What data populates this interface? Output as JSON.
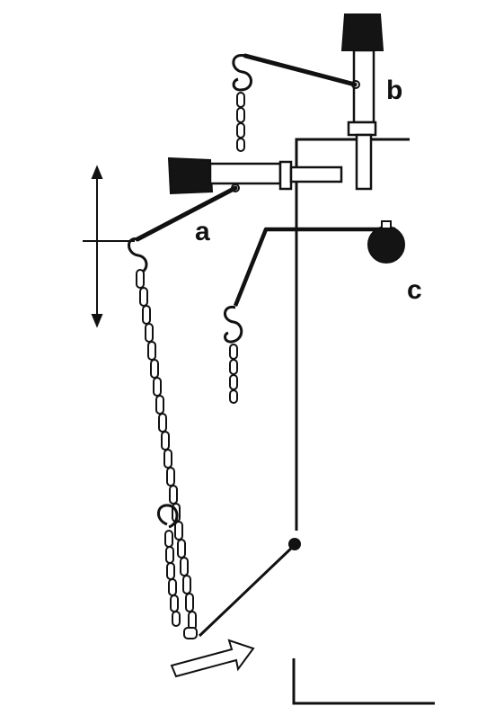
{
  "labels": {
    "a": "a",
    "b": "b",
    "c": "c"
  },
  "colors": {
    "ink": "#111111",
    "fill_dark": "#141414",
    "background": "#ffffff"
  },
  "icons": {
    "double_arrow": "vertical-double-arrow-icon",
    "push_arrow": "outline-arrow-icon"
  }
}
